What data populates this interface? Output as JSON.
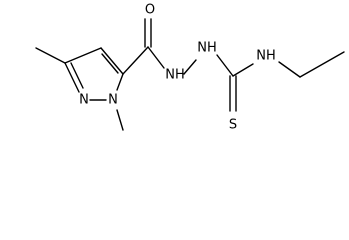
{
  "molecule": {
    "atoms": {
      "o_carbonyl": "O",
      "n_pyrazole_1": "N",
      "n_pyrazole_2": "N",
      "nh_hydrazide_1": "NH",
      "nh_hydrazide_2": "NH",
      "nh_ethyl": "NH",
      "s_thione": "S"
    }
  }
}
